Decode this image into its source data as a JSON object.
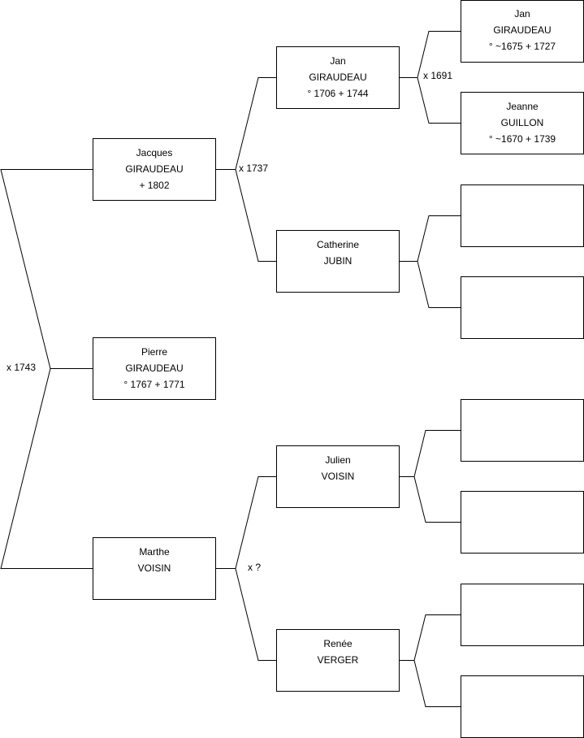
{
  "people": {
    "pierre": {
      "first": "Pierre",
      "last": "GIRAUDEAU",
      "dates": "° 1767 + 1771"
    },
    "jacques": {
      "first": "Jacques",
      "last": "GIRAUDEAU",
      "dates": "+ 1802"
    },
    "marthe": {
      "first": "Marthe",
      "last": "VOISIN",
      "dates": ""
    },
    "jan1": {
      "first": "Jan",
      "last": "GIRAUDEAU",
      "dates": "° 1706 + 1744"
    },
    "catherine": {
      "first": "Catherine",
      "last": "JUBIN",
      "dates": ""
    },
    "julien": {
      "first": "Julien",
      "last": "VOISIN",
      "dates": ""
    },
    "renee": {
      "first": "Renée",
      "last": "VERGER",
      "dates": ""
    },
    "jan2": {
      "first": "Jan",
      "last": "GIRAUDEAU",
      "dates": "° ~1675 + 1727"
    },
    "jeanne": {
      "first": "Jeanne",
      "last": "GUILLON",
      "dates": "° ~1670 + 1739"
    }
  },
  "marriages": {
    "pierre_parents": "x 1743",
    "jacques_parents": "x 1737",
    "jan1_parents": "x 1691",
    "marthe_parents": "x ?"
  }
}
